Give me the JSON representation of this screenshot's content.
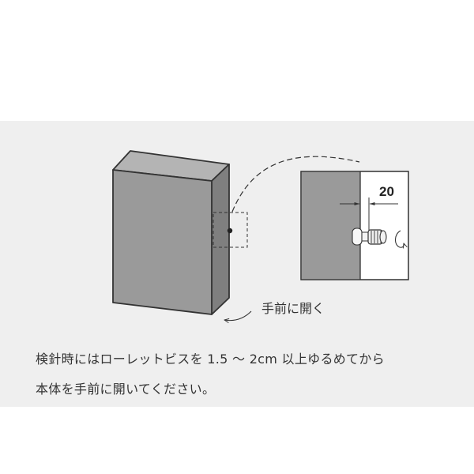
{
  "colors": {
    "background": "#ffffff",
    "panel": "#efefef",
    "box_front": "#9a9a9a",
    "box_top": "#b4b4b4",
    "box_side": "#7f7f7f",
    "outline": "#333333",
    "text": "#333333"
  },
  "diagram": {
    "dimension_label": "20",
    "direction_label": "手前に開く",
    "icons": [
      "knurled-screw-icon",
      "rotate-arrow-icon",
      "dimension-arrow-icon",
      "curved-arrow-icon"
    ]
  },
  "caption": {
    "line1": "検針時にはローレットビスを 1.5 〜 2cm 以上ゆるめてから",
    "line2": "本体を手前に開いてください。"
  }
}
